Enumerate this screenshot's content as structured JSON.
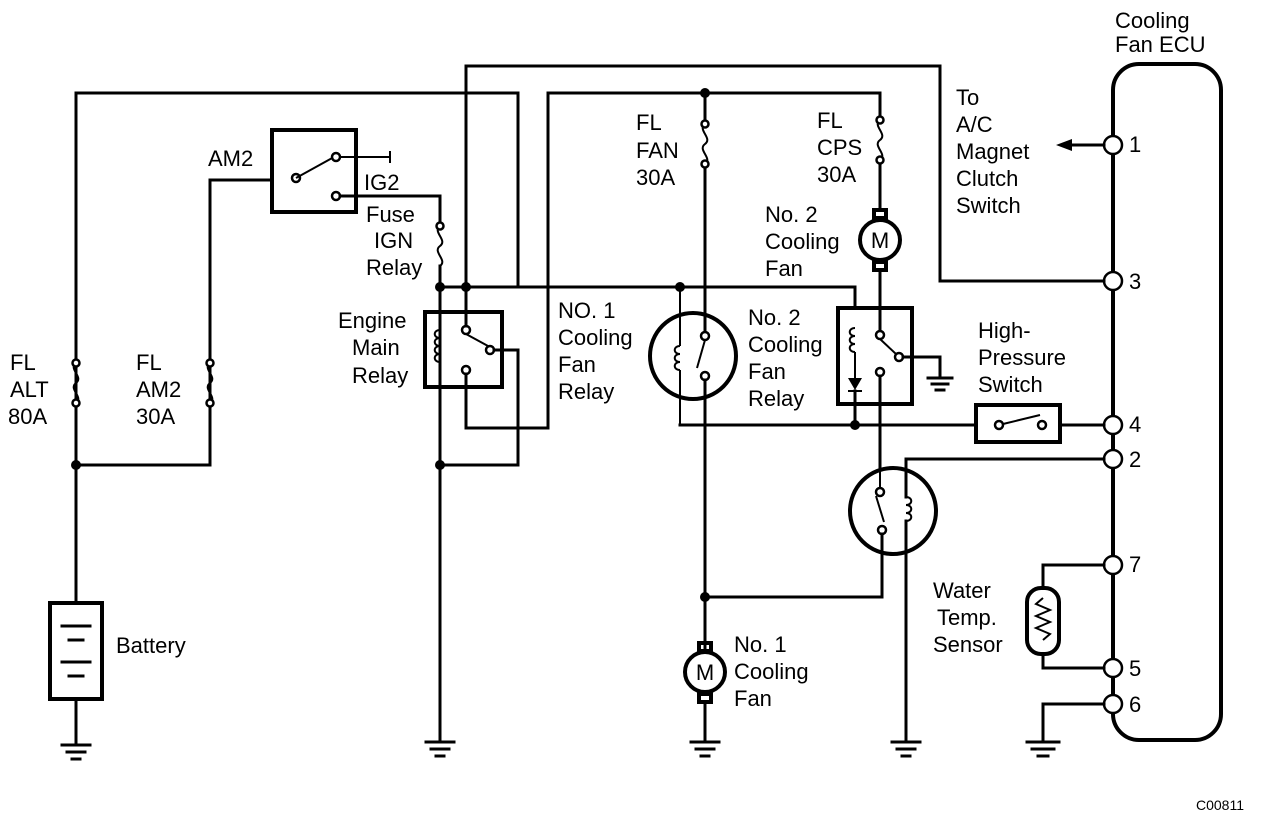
{
  "ecu": {
    "title_line1": "Cooling",
    "title_line2": "Fan ECU"
  },
  "ecu_pins": [
    "1",
    "3",
    "4",
    "2",
    "7",
    "5",
    "6"
  ],
  "to_ac": [
    "To",
    "A/C",
    "Magnet",
    "Clutch",
    "Switch"
  ],
  "am2_relay": {
    "am2": "AM2",
    "ig2": "IG2"
  },
  "fuse_ign": [
    "Fuse",
    "IGN",
    "Relay"
  ],
  "engine_main_relay": [
    "Engine",
    "Main",
    "Relay"
  ],
  "fl_alt": [
    "FL",
    "ALT",
    "80A"
  ],
  "fl_am2": [
    "FL",
    "AM2",
    "30A"
  ],
  "fl_fan": [
    "FL",
    "FAN",
    "30A"
  ],
  "fl_cps": [
    "FL",
    "CPS",
    "30A"
  ],
  "no2_fan": [
    "No. 2",
    "Cooling",
    "Fan"
  ],
  "no1_relay": [
    "NO. 1",
    "Cooling",
    "Fan",
    "Relay"
  ],
  "no2_relay": [
    "No. 2",
    "Cooling",
    "Fan",
    "Relay"
  ],
  "high_pressure": [
    "High-",
    "Pressure",
    "Switch"
  ],
  "water_temp": [
    "Water",
    "Temp.",
    "Sensor"
  ],
  "no1_fan": [
    "No. 1",
    "Cooling",
    "Fan"
  ],
  "battery": "Battery",
  "motor_symbol": "M",
  "code": "C00811"
}
